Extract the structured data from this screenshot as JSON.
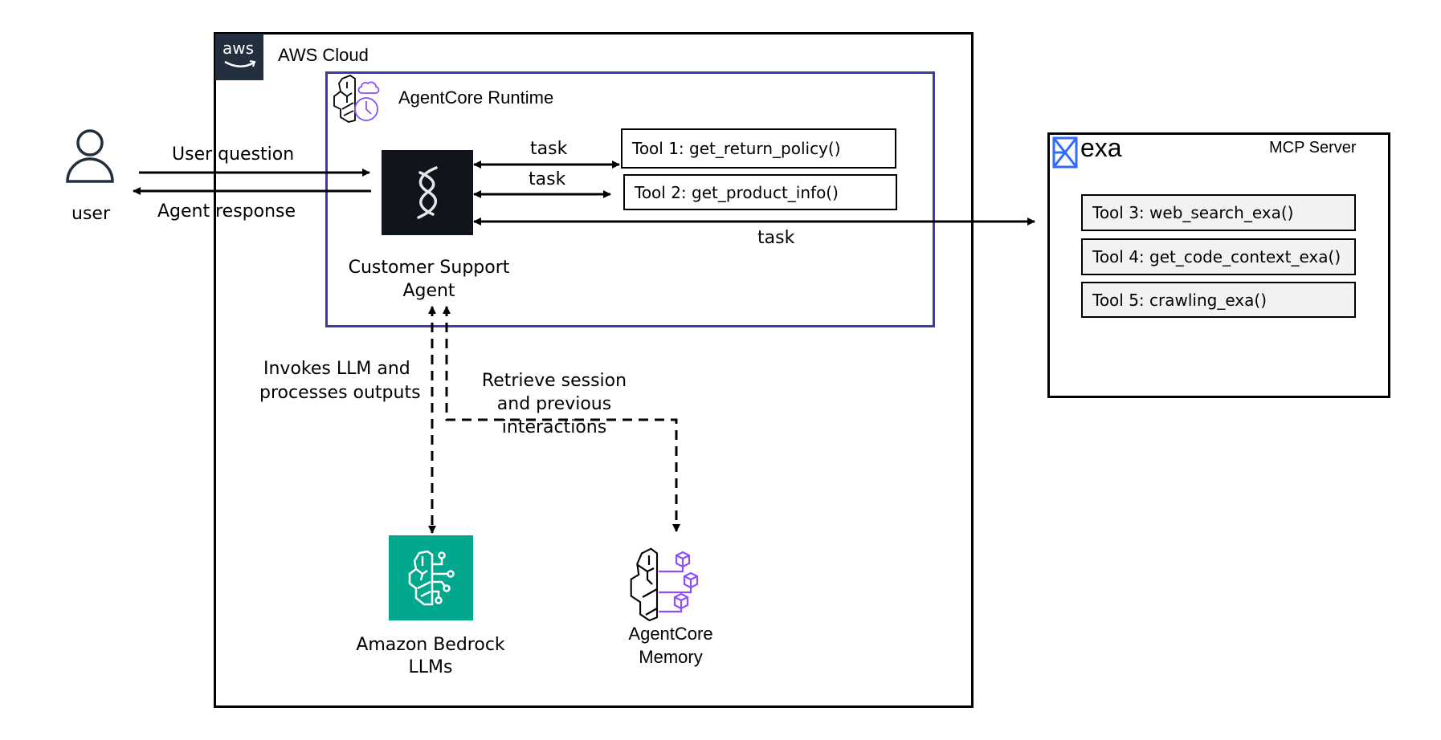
{
  "aws_cloud": {
    "label": "AWS Cloud",
    "logo_text": "aws"
  },
  "runtime": {
    "label": "AgentCore Runtime",
    "border_color": "#3b3ba5",
    "icon_color": "#8c4fff"
  },
  "user": {
    "label": "user"
  },
  "flows": {
    "user_question": "User question",
    "agent_response": "Agent response",
    "task_1": "task",
    "task_2": "task",
    "task_3": "task",
    "invokes_llm": [
      "Invokes LLM and",
      "processes outputs"
    ],
    "retrieve_session": [
      "Retrieve session",
      "and previous",
      "interactions"
    ]
  },
  "agent": {
    "label_line1": "Customer Support",
    "label_line2": "Agent",
    "bg_color": "#10141c"
  },
  "tools_local": [
    {
      "label": "Tool 1: get_return_policy()"
    },
    {
      "label": "Tool 2: get_product_info()"
    }
  ],
  "mcp": {
    "brand": "exa",
    "label": "MCP Server",
    "brand_color": "#2f6bff",
    "tools": [
      {
        "label": "Tool 3: web_search_exa()"
      },
      {
        "label": "Tool 4: get_code_context_exa()"
      },
      {
        "label": "Tool 5: crawling_exa()"
      }
    ]
  },
  "bedrock": {
    "label_line1": "Amazon Bedrock",
    "label_line2": "LLMs",
    "bg_color": "#01a88d"
  },
  "memory": {
    "label_line1": "AgentCore",
    "label_line2": "Memory",
    "accent_color": "#8c4fff"
  }
}
